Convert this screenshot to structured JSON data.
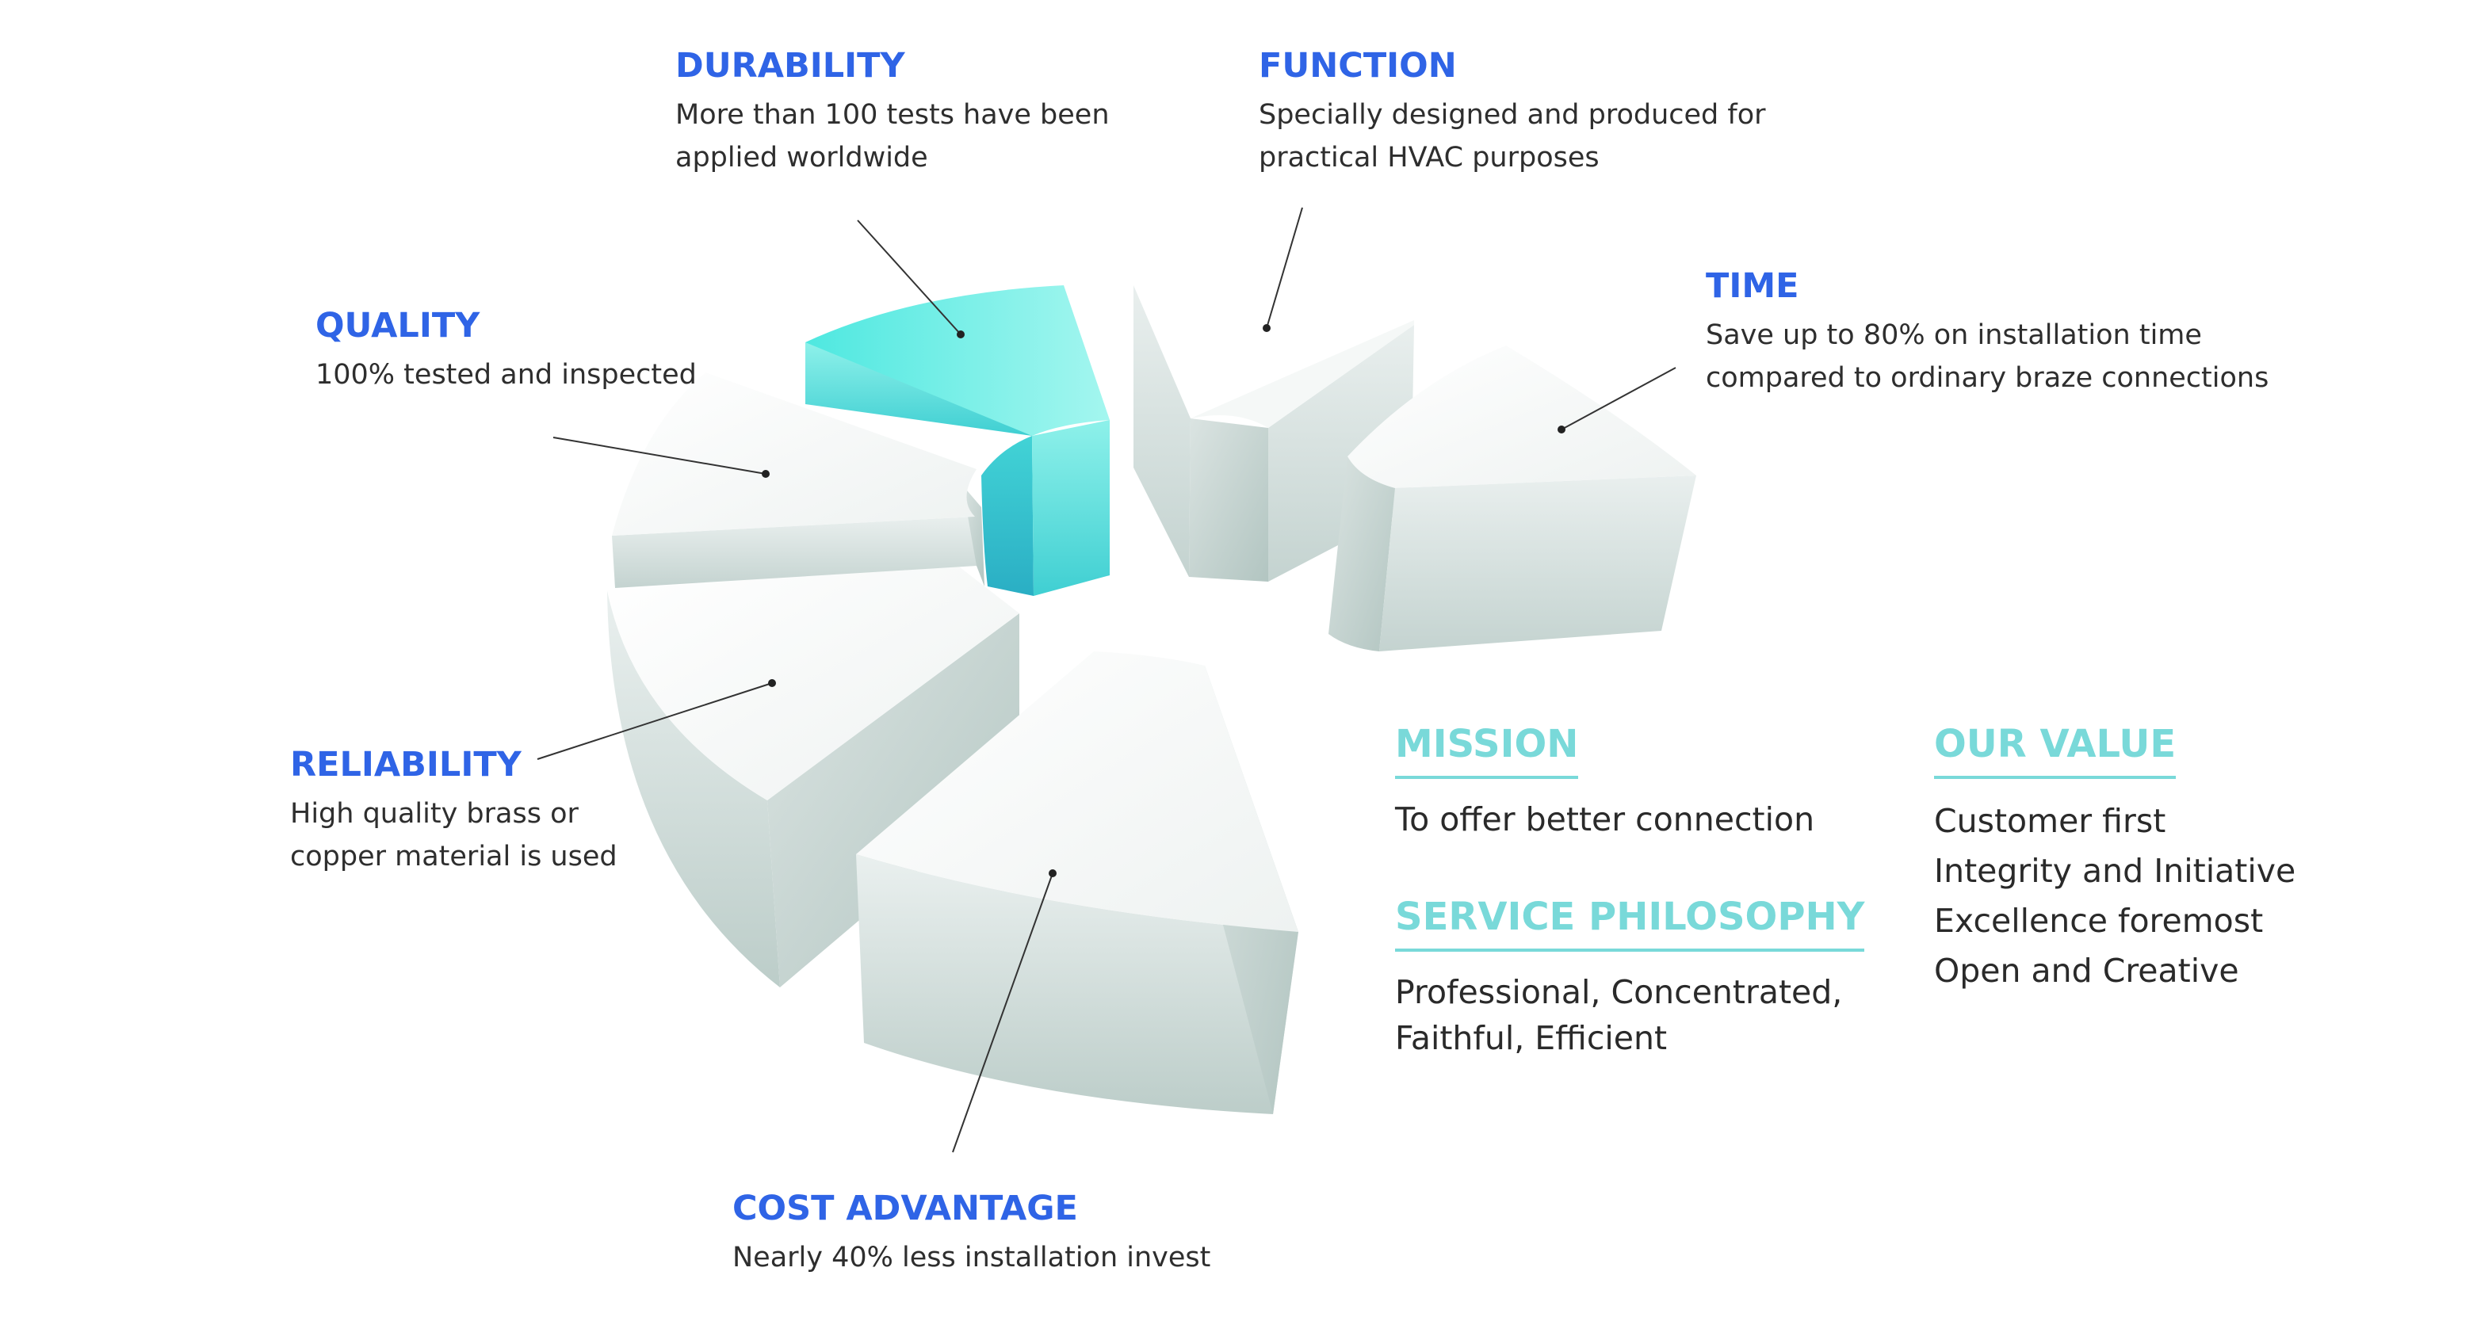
{
  "features": {
    "durability": {
      "title": "DURABILITY",
      "desc": "More than 100 tests have been applied worldwide"
    },
    "function": {
      "title": "FUNCTION",
      "desc": "Specially designed and produced for practical HVAC purposes"
    },
    "time": {
      "title": "TIME",
      "desc": "Save up to 80% on installation time compared to ordinary braze connections"
    },
    "quality": {
      "title": "QUALITY",
      "desc": "100% tested and inspected"
    },
    "reliability": {
      "title": "RELIABILITY",
      "desc": "High quality brass or copper material is used"
    },
    "cost": {
      "title": "COST ADVANTAGE",
      "desc": "Nearly 40% less installation invest"
    }
  },
  "mission": {
    "heading": "MISSION",
    "text": "To offer better connection"
  },
  "service": {
    "heading": "SERVICE PHILOSOPHY",
    "text": "Professional, Concentrated, Faithful, Efficient"
  },
  "values": {
    "heading": "OUR VALUE",
    "items": [
      "Customer first",
      "Integrity and Initiative",
      "Excellence foremost",
      "Open and Creative"
    ]
  },
  "colors": {
    "title_blue": "#2f64e6",
    "heading_teal": "#79d9d9",
    "highlight_segment": "#5fe6de",
    "segment_gray": "#e6eceb"
  }
}
